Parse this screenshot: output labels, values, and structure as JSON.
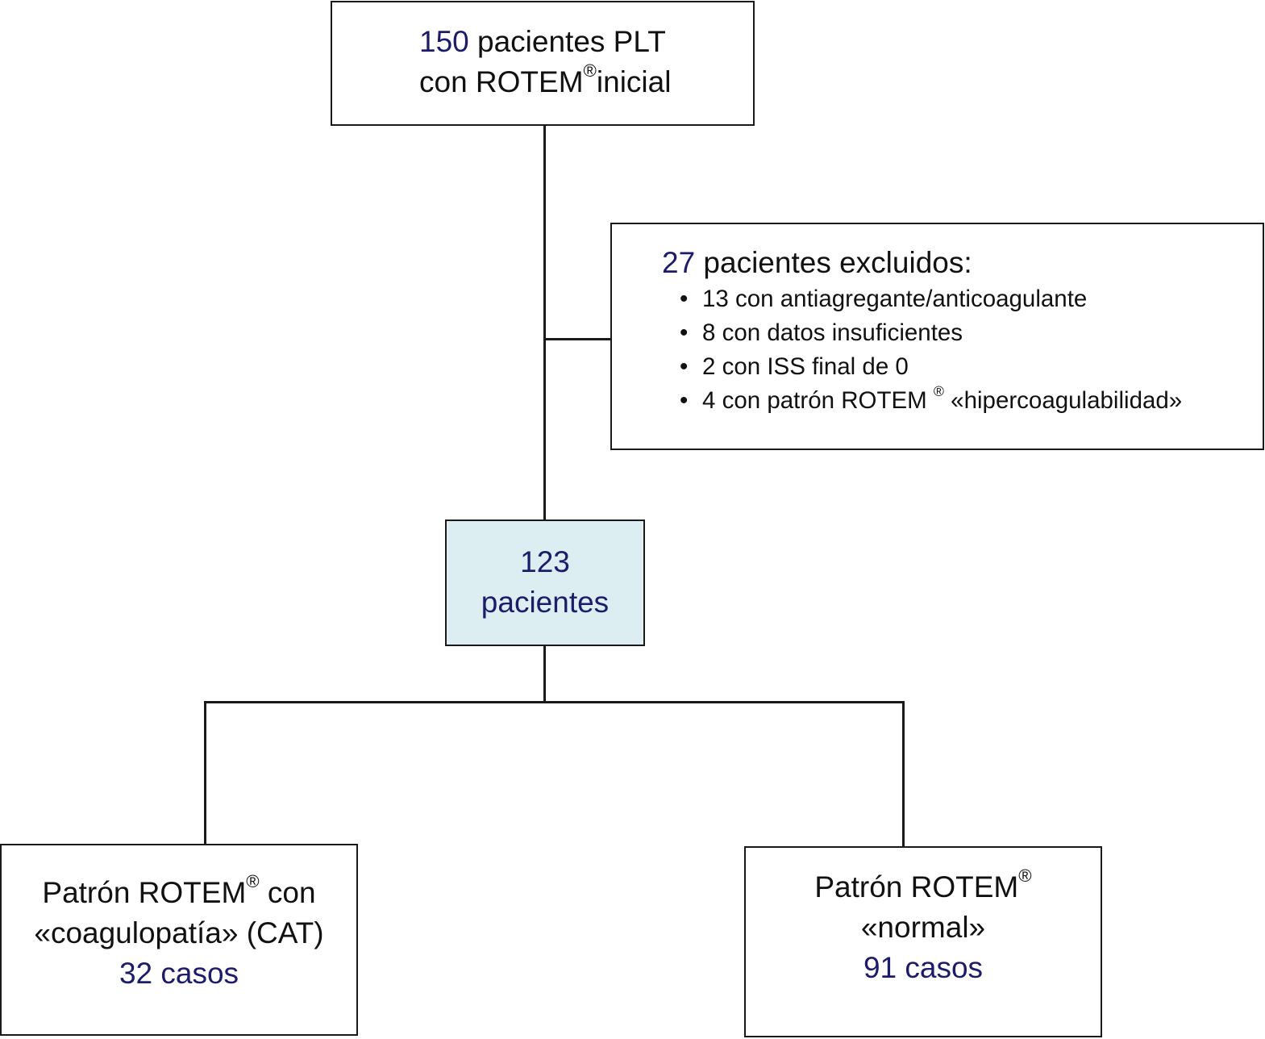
{
  "top_box": {
    "count": "150",
    "line1_rest": " pacientes PLT",
    "line2_pre": "con ROTEM",
    "registered": "®",
    "line2_post": "inicial"
  },
  "excluded_box": {
    "count": "27",
    "heading_rest": " pacientes excluidos:",
    "bullet": "•",
    "items": [
      {
        "text": "13 con antiagregante/anticoagulante"
      },
      {
        "text": "8 con datos insuficientes"
      },
      {
        "text": "2 con ISS final de 0"
      },
      {
        "pre": "4 con patrón ROTEM ",
        "registered": "®",
        "post": " «hipercoagulabilidad»"
      }
    ]
  },
  "middle_box": {
    "count": "123",
    "label": "pacientes"
  },
  "left_box": {
    "line1_pre": "Patrón ROTEM",
    "registered": "®",
    "line1_post": " con",
    "line2": "«coagulopatía» (CAT)",
    "cases": "32 casos"
  },
  "right_box": {
    "line1_pre": "Patrón ROTEM",
    "registered": "®",
    "line2": "«normal»",
    "cases": "91 casos"
  },
  "colors": {
    "accent_text": "#1c1c6b",
    "middle_box_fill": "#ddeef3",
    "border": "#1a1a1a"
  }
}
